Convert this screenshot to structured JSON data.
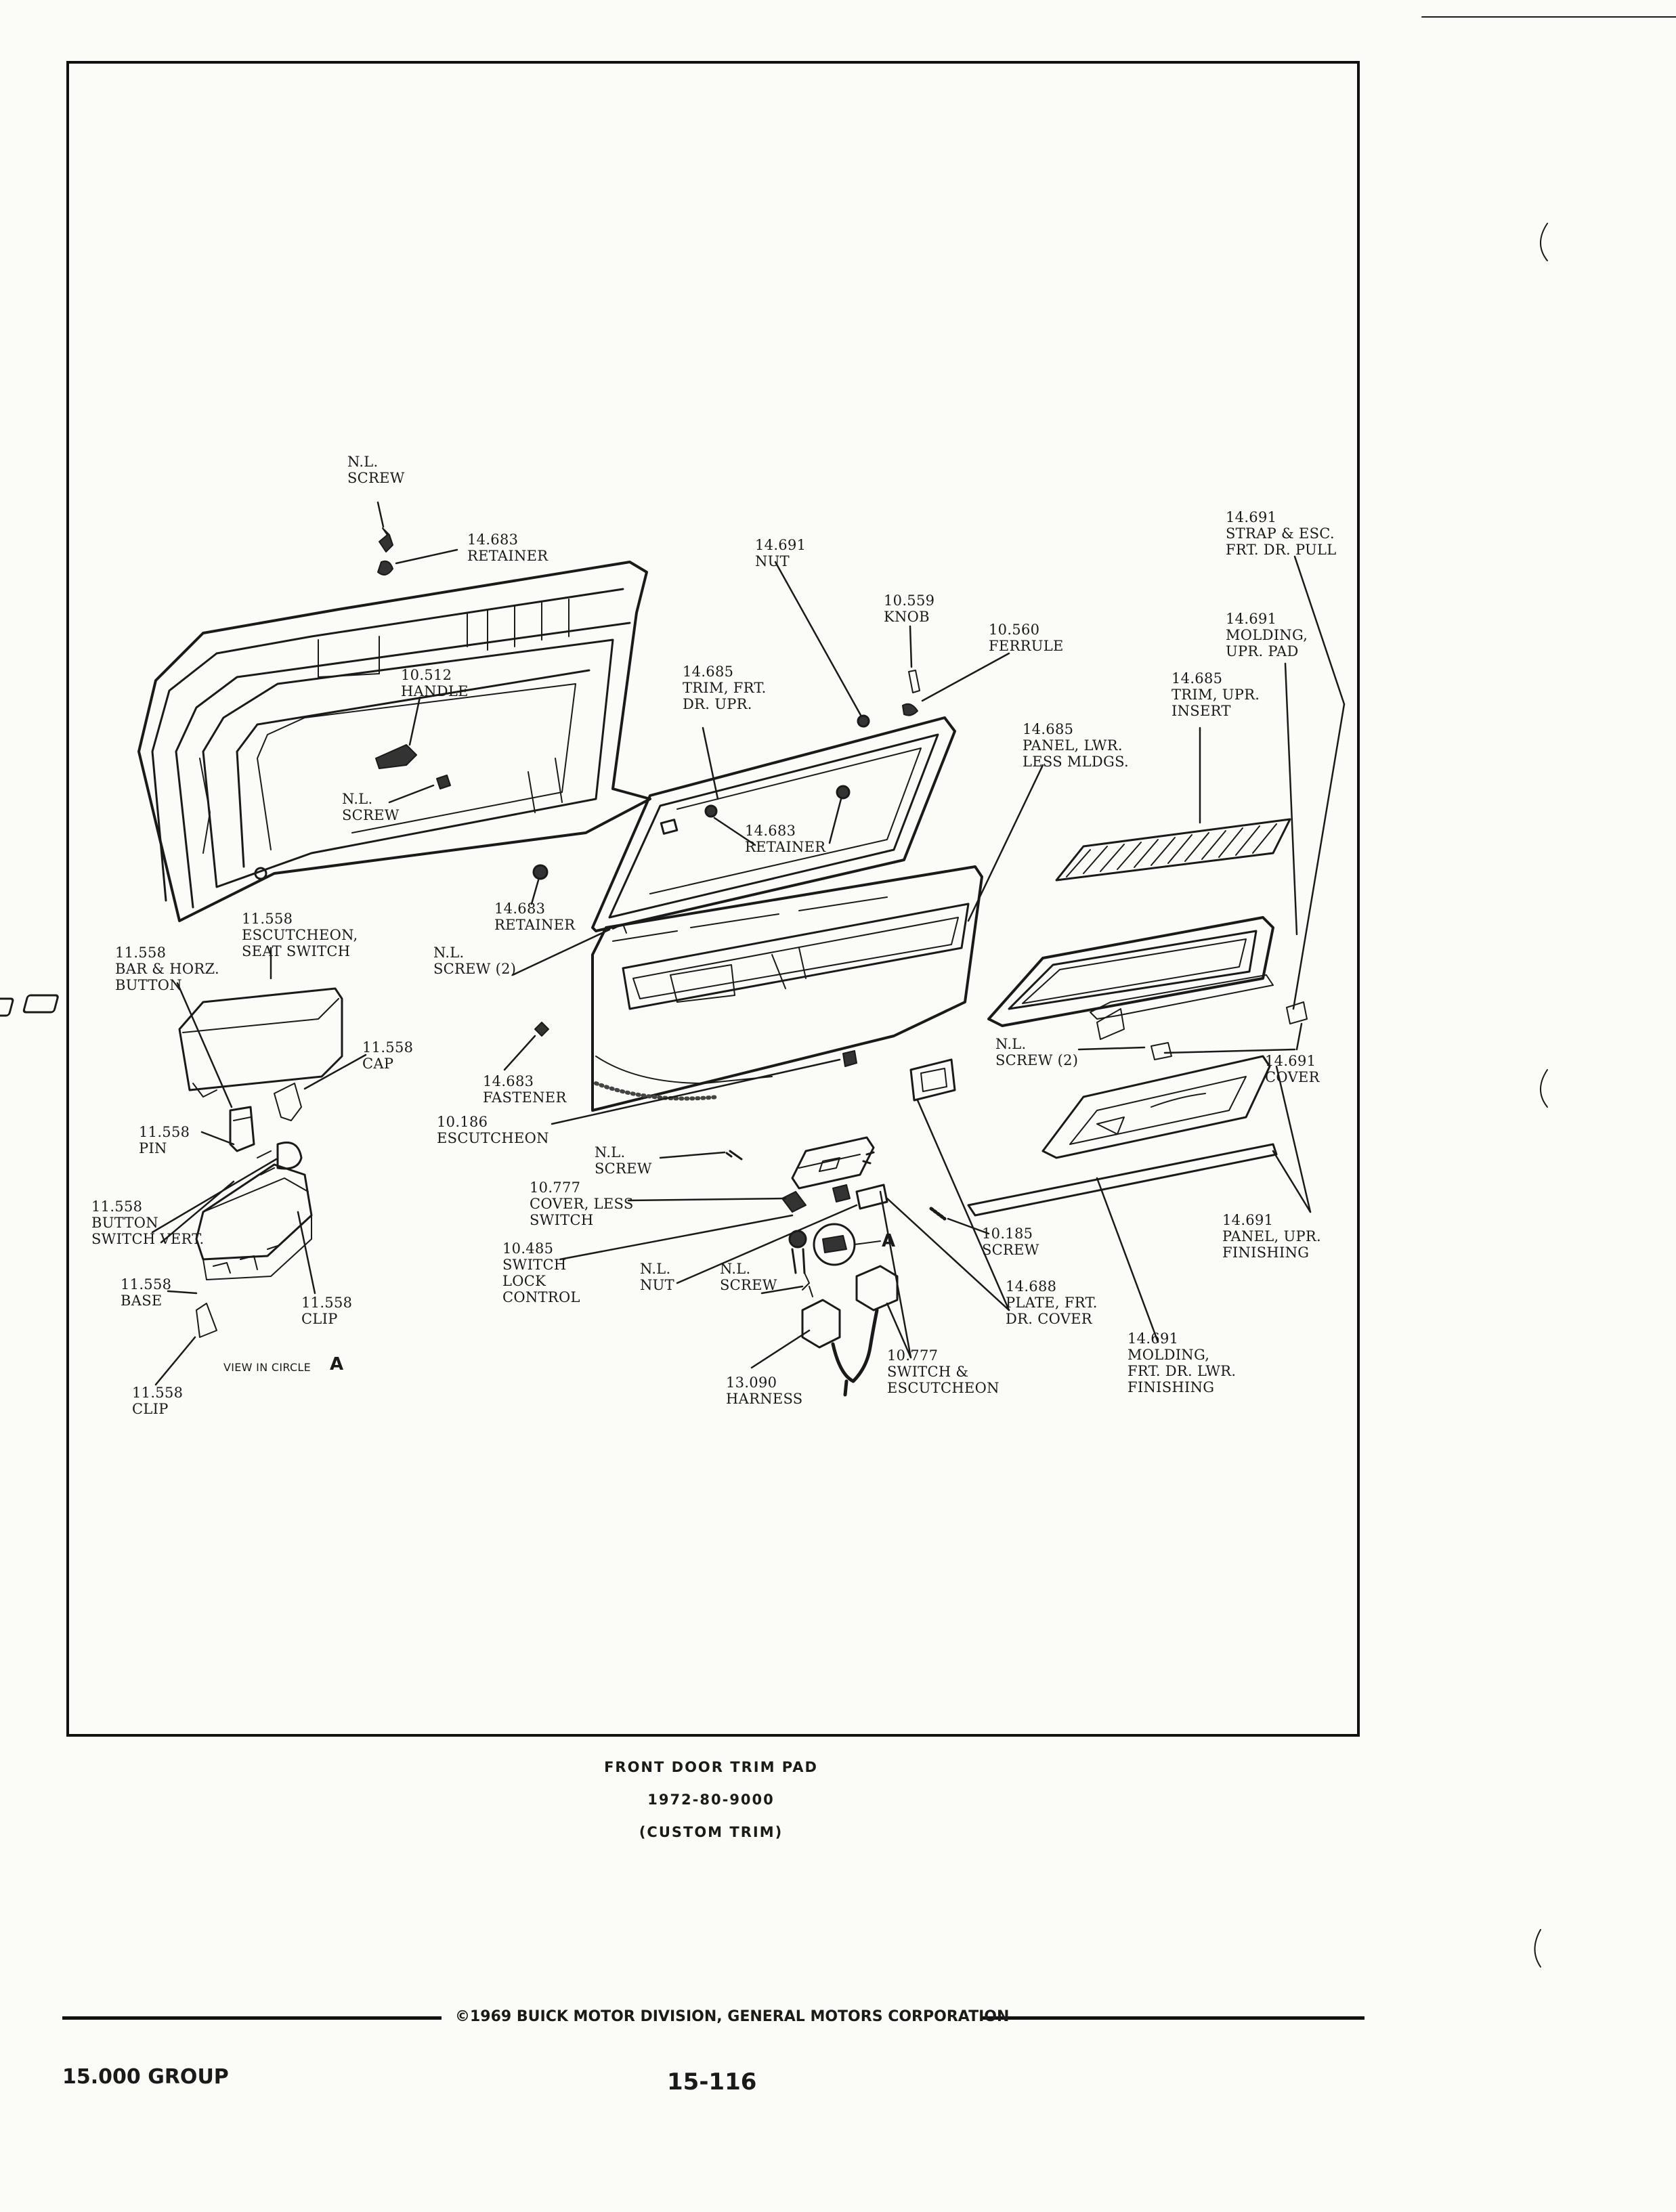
{
  "labels": [
    {
      "id": "nl-screw-top",
      "lines": [
        "N.L.",
        "SCREW"
      ]
    },
    {
      "id": "retainer-14683-top",
      "lines": [
        "14.683",
        "RETAINER"
      ]
    },
    {
      "id": "nut-14691",
      "lines": [
        "14.691",
        "NUT"
      ]
    },
    {
      "id": "knob-10559",
      "lines": [
        "10.559",
        "KNOB"
      ]
    },
    {
      "id": "ferrule-10560",
      "lines": [
        "10.560",
        "FERRULE"
      ]
    },
    {
      "id": "strap-14691",
      "lines": [
        "14.691",
        "STRAP & ESC.",
        "FRT. DR. PULL"
      ]
    },
    {
      "id": "molding-upr-14691",
      "lines": [
        "14.691",
        "MOLDING,",
        "UPR. PAD"
      ]
    },
    {
      "id": "trim-upr-insert-14685",
      "lines": [
        "14.685",
        "TRIM, UPR.",
        "INSERT"
      ]
    },
    {
      "id": "handle-10512",
      "lines": [
        "10.512",
        "HANDLE"
      ]
    },
    {
      "id": "trim-frt-14685",
      "lines": [
        "14.685",
        "TRIM, FRT.",
        "DR. UPR."
      ]
    },
    {
      "id": "panel-lwr-14685",
      "lines": [
        "14.685",
        "PANEL, LWR.",
        "LESS MLDGS."
      ]
    },
    {
      "id": "nl-screw-handle",
      "lines": [
        "N.L.",
        "SCREW"
      ]
    },
    {
      "id": "retainer-14683-mid",
      "lines": [
        "14.683",
        "RETAINER"
      ]
    },
    {
      "id": "retainer-14683-left",
      "lines": [
        "14.683",
        "RETAINER"
      ]
    },
    {
      "id": "escutcheon-seat-11558",
      "lines": [
        "11.558",
        "ESCUTCHEON,",
        "SEAT SWITCH"
      ]
    },
    {
      "id": "bar-horz-11558",
      "lines": [
        "11.558",
        "BAR & HORZ.",
        "BUTTON"
      ]
    },
    {
      "id": "nl-screw-2-left",
      "lines": [
        "N.L.",
        "SCREW (2)"
      ]
    },
    {
      "id": "cap-11558",
      "lines": [
        "11.558",
        "CAP"
      ]
    },
    {
      "id": "fastener-14683",
      "lines": [
        "14.683",
        "FASTENER"
      ]
    },
    {
      "id": "nl-screw-2-right",
      "lines": [
        "N.L.",
        "SCREW (2)"
      ]
    },
    {
      "id": "cover-14691",
      "lines": [
        "14.691",
        "COVER"
      ]
    },
    {
      "id": "pin-11558",
      "lines": [
        "11.558",
        "PIN"
      ]
    },
    {
      "id": "escutcheon-10186",
      "lines": [
        "10.186",
        "ESCUTCHEON"
      ]
    },
    {
      "id": "nl-screw-mid",
      "lines": [
        "N.L.",
        "SCREW"
      ]
    },
    {
      "id": "cover-less-10777",
      "lines": [
        "10.777",
        "COVER, LESS",
        "SWITCH"
      ]
    },
    {
      "id": "button-vert-11558",
      "lines": [
        "11.558",
        "BUTTON",
        "SWITCH VERT."
      ]
    },
    {
      "id": "panel-upr-finishing-14691",
      "lines": [
        "14.691",
        "PANEL, UPR.",
        "FINISHING"
      ]
    },
    {
      "id": "screw-10185",
      "lines": [
        "10.185",
        "SCREW"
      ]
    },
    {
      "id": "switch-lock-10485",
      "lines": [
        "10.485",
        "SWITCH",
        "LOCK",
        "CONTROL"
      ]
    },
    {
      "id": "nl-nut",
      "lines": [
        "N.L.",
        "NUT"
      ]
    },
    {
      "id": "nl-screw-lower",
      "lines": [
        "N.L.",
        "SCREW"
      ]
    },
    {
      "id": "plate-14688",
      "lines": [
        "14.688",
        "PLATE, FRT.",
        "DR. COVER"
      ]
    },
    {
      "id": "base-11558",
      "lines": [
        "11.558",
        "BASE"
      ]
    },
    {
      "id": "clip-11558-right",
      "lines": [
        "11.558",
        "CLIP"
      ]
    },
    {
      "id": "molding-lwr-14691",
      "lines": [
        "14.691",
        "MOLDING,",
        "FRT. DR. LWR.",
        "FINISHING"
      ]
    },
    {
      "id": "switch-esc-10777",
      "lines": [
        "10.777",
        "SWITCH &",
        "ESCUTCHEON"
      ]
    },
    {
      "id": "harness-13090",
      "lines": [
        "13.090",
        "HARNESS"
      ]
    },
    {
      "id": "clip-11558-bottom",
      "lines": [
        "11.558",
        "CLIP"
      ]
    }
  ],
  "view_label": "VIEW IN CIRCLE",
  "circle_letter": "A",
  "circle_letter_small": "A",
  "caption": {
    "title": "FRONT DOOR TRIM PAD",
    "number": "1972-80-9000",
    "trim": "(CUSTOM TRIM)"
  },
  "footer": {
    "copyright": "©1969 BUICK MOTOR DIVISION, GENERAL MOTORS CORPORATION",
    "group": "15.000 GROUP",
    "page": "15-116"
  }
}
